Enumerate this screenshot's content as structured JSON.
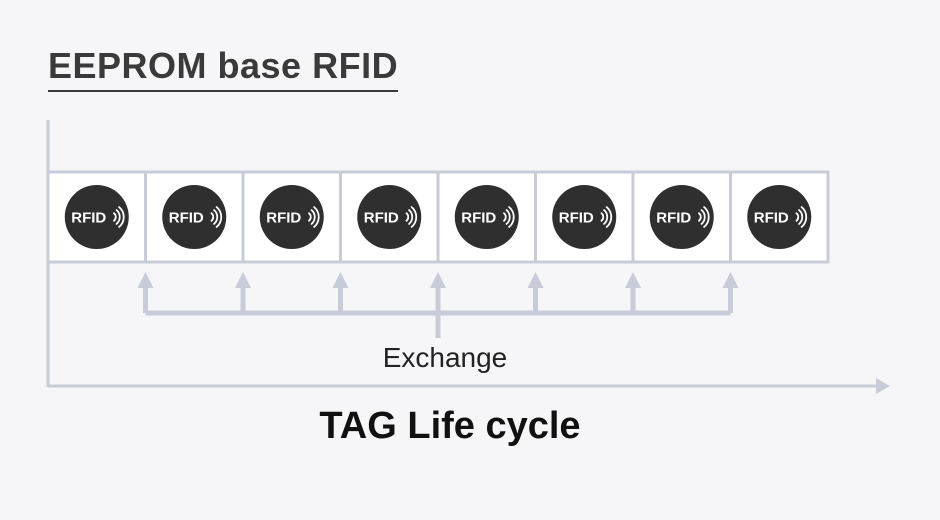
{
  "diagram": {
    "title": "EEPROM base RFID",
    "tag_label": "RFID",
    "tag_count": 8,
    "exchange_label": "Exchange",
    "axis_label": "TAG Life cycle",
    "colors": {
      "background": "#f6f6f8",
      "line": "#c8ccd8",
      "tag_fill": "#2f2f2f",
      "tag_text": "#ffffff",
      "title": "#3a3a3a"
    }
  }
}
